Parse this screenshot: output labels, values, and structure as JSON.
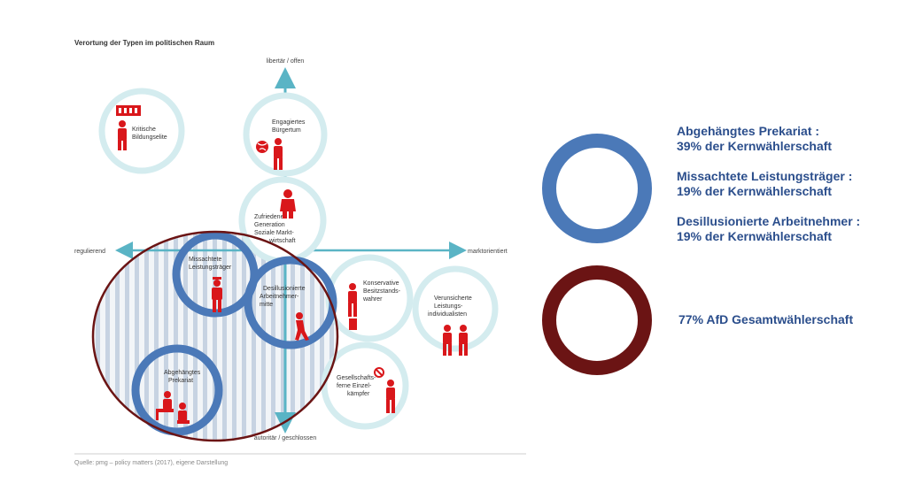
{
  "figure": {
    "title": "Verortung der Typen im politischen Raum",
    "source": "Quelle: pmg – policy matters (2017), eigene Darstellung"
  },
  "axes": {
    "top": "libertär / offen",
    "bottom": "autoritär / geschlossen",
    "left": "regulierend",
    "right": "marktorientiert"
  },
  "types": {
    "kritische": [
      "Kritische",
      "Bildungselite"
    ],
    "engagiertes": [
      "Engagiertes",
      "Bürgertum"
    ],
    "zufriedene": [
      "Zufriedene",
      "Generation",
      "Soziale Markt-",
      "wirtschaft"
    ],
    "missachtete": [
      "Missachtete",
      "Leistungsträger"
    ],
    "desillusionierte": [
      "Desillusionierte",
      "Arbeitnehmer-",
      "mitte"
    ],
    "konservative": [
      "Konservative",
      "Besitzstands-",
      "wahrer"
    ],
    "verunsicherte": [
      "Verunsicherte",
      "Leistungs-",
      "individualisten"
    ],
    "abgehaengtes": [
      "Abgehängtes",
      "Prekariat"
    ],
    "gesellschaftsferne": [
      "Gesellschafts-",
      "ferne Einzel-",
      "kämpfer"
    ]
  },
  "legend": {
    "blue_color": "#4b79b8",
    "red_color": "#6b1414",
    "blue_lines": [
      "Abgehängtes Prekariat :",
      "39% der Kernwählerschaft",
      "Missachtete Leistungsträger :",
      "19% der Kernwählerschaft",
      "Desillusionierte Arbeitnehmer :",
      "19% der Kernwählerschaft"
    ],
    "red_line": "77%  AfD Gesamtwählerschaft"
  }
}
